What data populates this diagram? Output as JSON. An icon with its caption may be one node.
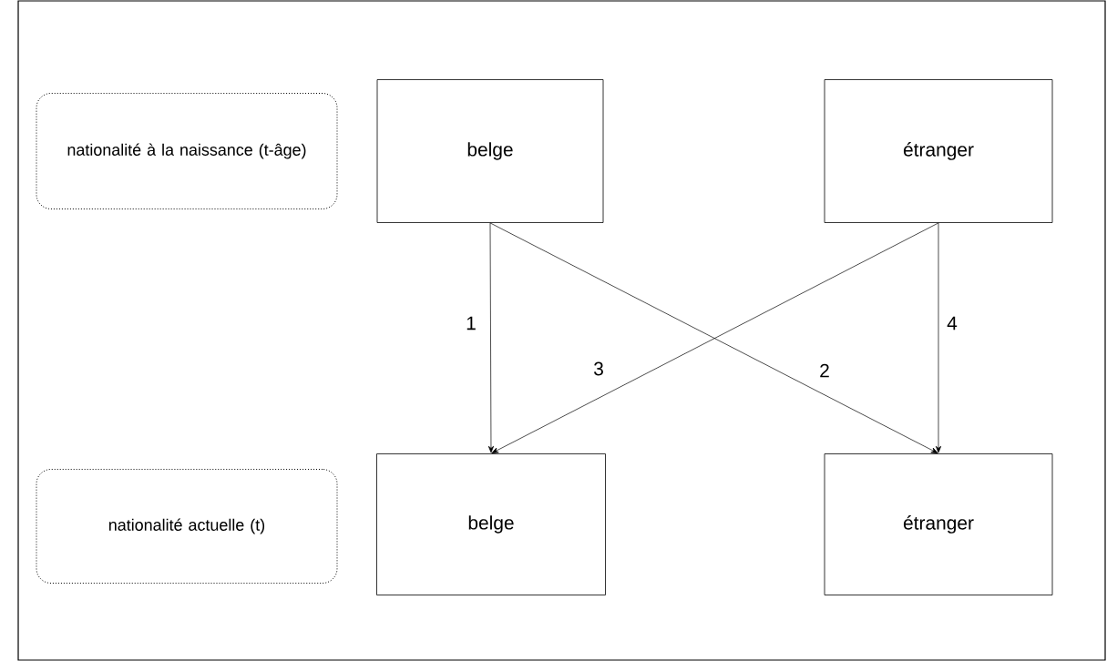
{
  "diagram": {
    "nodes": [
      {
        "text": [
          "nationalité à la naissance (t-âge)"
        ]
      },
      {
        "text": [
          "belge"
        ]
      },
      {
        "text": [
          "étranger"
        ]
      },
      {
        "text": [
          "nationalité actuelle (t)"
        ]
      },
      {
        "text": [
          "belge"
        ]
      },
      {
        "text": [
          "étranger"
        ]
      }
    ],
    "edges": [
      {
        "from": 1,
        "to": 4,
        "arrow": "to",
        "label": "1"
      },
      {
        "from": 1,
        "to": 5,
        "arrow": "to",
        "label": "2"
      },
      {
        "from": 2,
        "to": 4,
        "arrow": "to",
        "label": "3"
      },
      {
        "from": 2,
        "to": 5,
        "arrow": "to",
        "label": "4"
      }
    ]
  }
}
